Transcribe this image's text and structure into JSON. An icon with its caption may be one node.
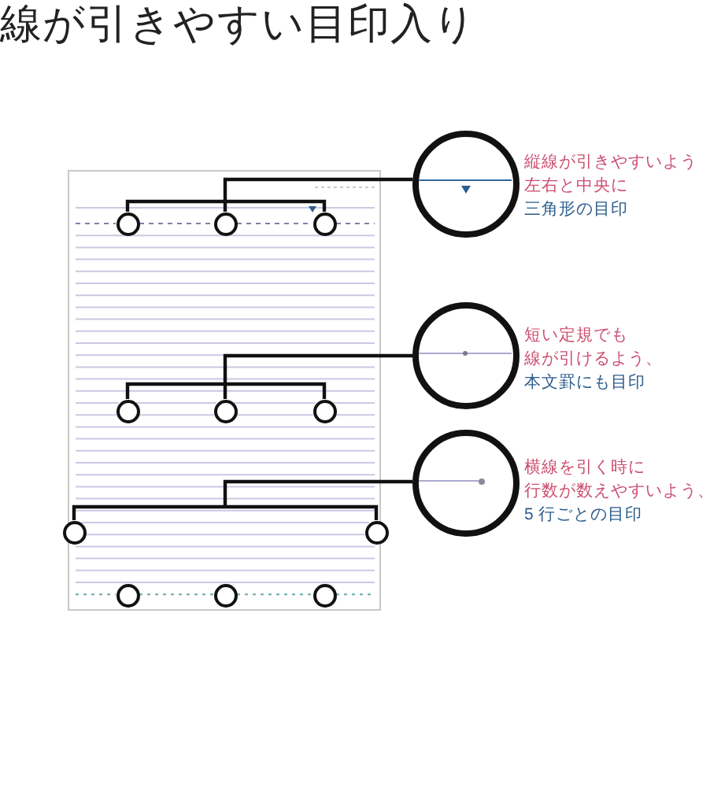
{
  "diagram": {
    "title": "線が引きやすい目印入り",
    "nodes": [
      {
        "text": [],
        "shape": "circle",
        "beside": [
          "縦線が引きやすいよう",
          "左右と中央に",
          "三角形の目印"
        ]
      },
      {
        "text": [],
        "shape": "circle"
      },
      {
        "text": [],
        "shape": "circle"
      },
      {
        "text": [],
        "shape": "circle"
      },
      {
        "text": [],
        "shape": "circle",
        "beside": [
          "短い定規でも",
          "線が引けるよう、",
          "本文罫にも目印"
        ]
      },
      {
        "text": [],
        "shape": "circle"
      },
      {
        "text": [],
        "shape": "circle"
      },
      {
        "text": [],
        "shape": "circle"
      },
      {
        "text": [],
        "shape": "circle",
        "beside": [
          "横線を引く時に",
          "行数が数えやすいよう、",
          "5 行ごとの目印"
        ]
      },
      {
        "text": [],
        "shape": "circle"
      },
      {
        "text": [],
        "shape": "circle"
      },
      {
        "text": [],
        "shape": "circle"
      },
      {
        "text": [],
        "shape": "circle"
      },
      {
        "text": [],
        "shape": "circle"
      }
    ],
    "edges": [
      {
        "from": 1,
        "to": 0,
        "arrow": "none"
      },
      {
        "from": 2,
        "to": 0,
        "arrow": "none"
      },
      {
        "from": 3,
        "to": 0,
        "arrow": "none"
      },
      {
        "from": 5,
        "to": 4,
        "arrow": "none"
      },
      {
        "from": 6,
        "to": 4,
        "arrow": "none"
      },
      {
        "from": 7,
        "to": 4,
        "arrow": "none"
      },
      {
        "from": 9,
        "to": 8,
        "arrow": "none"
      },
      {
        "from": 10,
        "to": 8,
        "arrow": "none"
      }
    ]
  }
}
